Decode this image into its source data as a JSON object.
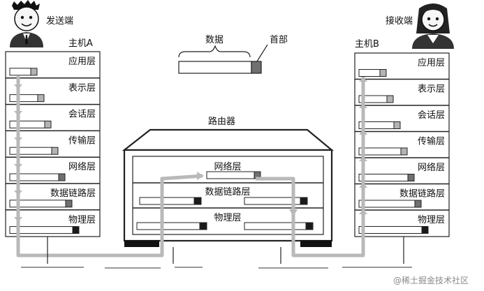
{
  "sender": {
    "label": "发送端",
    "host": "主机A"
  },
  "receiver": {
    "label": "接收端",
    "host": "主机B"
  },
  "packet": {
    "data_label": "数据",
    "header_label": "首部"
  },
  "router": {
    "title": "路由器"
  },
  "host_layers": [
    "应用层",
    "表示层",
    "会话层",
    "传输层",
    "网络层",
    "数据链路层",
    "物理层"
  ],
  "router_layers": [
    "网络层",
    "数据链路层",
    "物理层"
  ],
  "watermark": "@稀土掘金技术社区",
  "colors": {
    "flow": "#b9b9b9",
    "header_dark": "#1a1a1a",
    "header_mid": "#707070",
    "header_light": "#b4b4b4"
  }
}
